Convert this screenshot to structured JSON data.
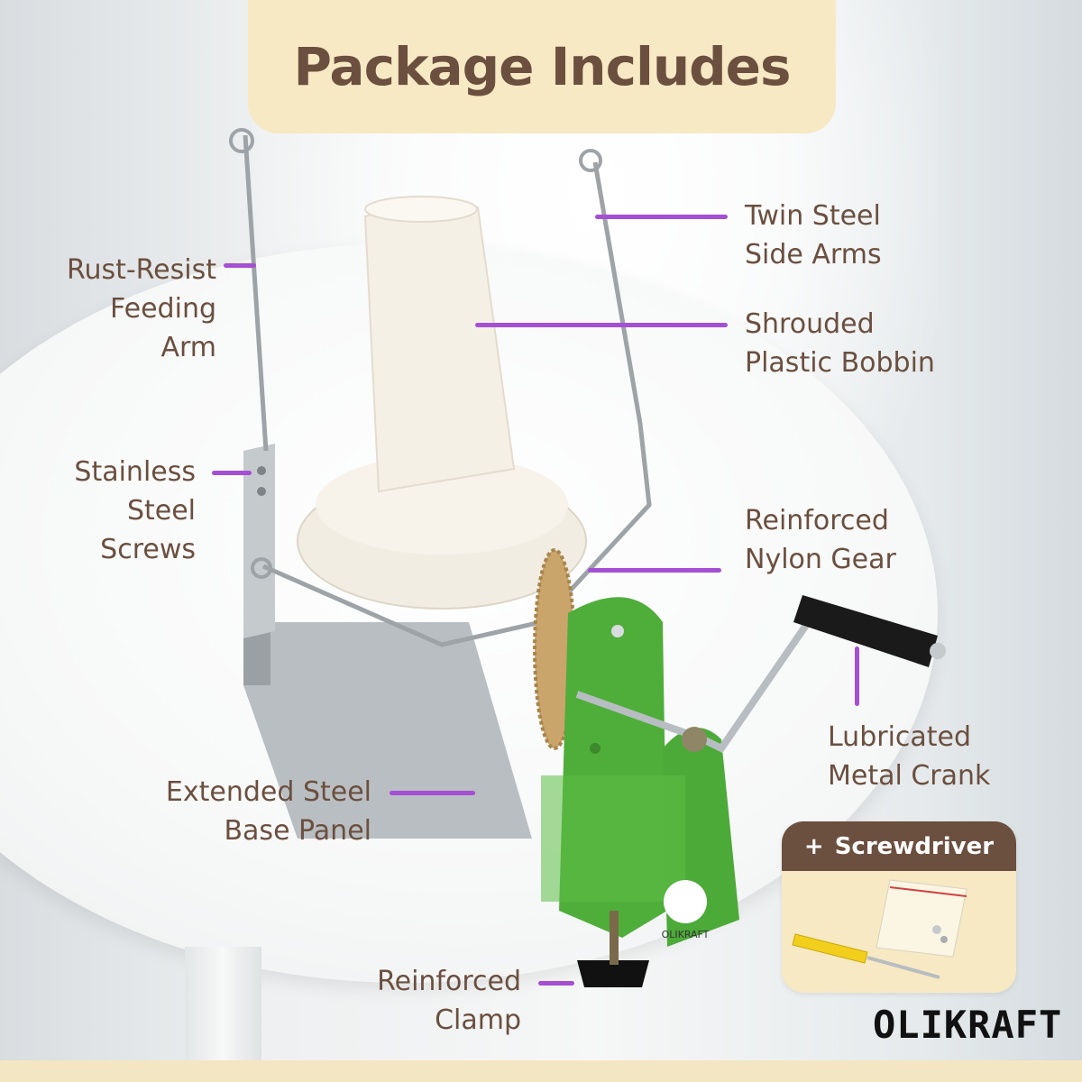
{
  "title": "Package Includes",
  "brand": "OLIKRAFT",
  "colors": {
    "title_text": "#6b4f3f",
    "banner": "#f6e9c3",
    "leader": "#a44fd4",
    "clamp_green": "#4fae3a",
    "card_header": "#6b4f3f"
  },
  "labels": {
    "feeding_arm": "Rust-Resist\nFeeding\nArm",
    "screws": "Stainless\nSteel\nScrews",
    "base_panel": "Extended Steel\nBase Panel",
    "clamp": "Reinforced\nClamp",
    "side_arms": "Twin Steel\nSide Arms",
    "bobbin": "Shrouded\nPlastic Bobbin",
    "gear": "Reinforced\nNylon Gear",
    "crank": "Lubricated\nMetal Crank"
  },
  "extra": {
    "plus": "+",
    "item": "Screwdriver"
  },
  "clamp_logo": "OLIKRAFT"
}
